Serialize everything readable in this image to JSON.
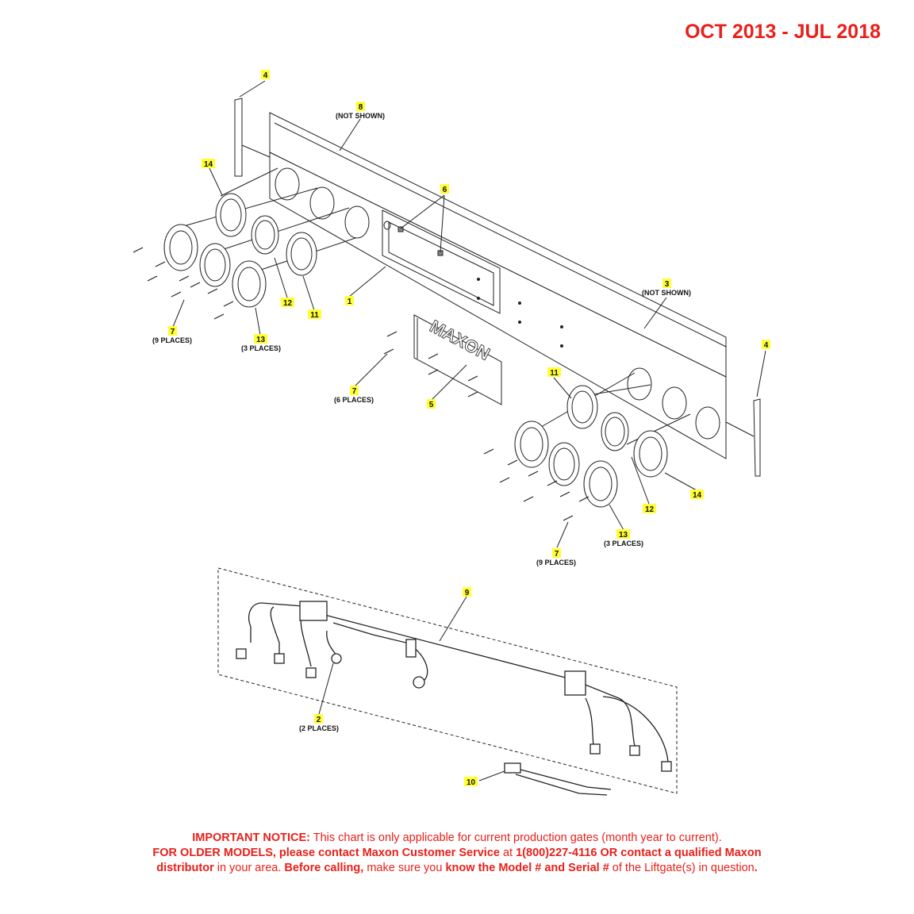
{
  "header": {
    "date_range": "OCT 2013 - JUL 2018"
  },
  "callouts": {
    "c1": "1",
    "c2": "2",
    "c2_note": "(2 PLACES)",
    "c3": "3",
    "c3_note": "(NOT SHOWN)",
    "c4a": "4",
    "c4b": "4",
    "c5": "5",
    "c6": "6",
    "c7a": "7",
    "c7a_note": "(9 PLACES)",
    "c7b": "7",
    "c7b_note": "(6 PLACES)",
    "c7c": "7",
    "c7c_note": "(9 PLACES)",
    "c8": "8",
    "c8_note": "(NOT SHOWN)",
    "c9": "9",
    "c10": "10",
    "c11a": "11",
    "c11b": "11",
    "c12a": "12",
    "c12b": "12",
    "c13a": "13",
    "c13a_note": "(3 PLACES)",
    "c13b": "13",
    "c13b_note": "(3 PLACES)",
    "c14a": "14",
    "c14b": "14"
  },
  "panel_logo": "MAXON",
  "notice": {
    "l1_bold": "IMPORTANT NOTICE:",
    "l1_text": " This chart is only applicable for current production gates (month year to current).",
    "l2_bold1": "FOR OLDER MODELS, please contact Maxon Customer Service",
    "l2_text1": " at ",
    "l2_bold2": "1(800)227-4116 OR contact a qualified Maxon",
    "l3_bold1": "distributor",
    "l3_text1": " in your area. ",
    "l3_bold2": "Before calling,",
    "l3_text2": " make sure you ",
    "l3_bold3": "know the Model # and Serial #",
    "l3_text3": " of the Liftgate(s) in question",
    "l3_bold4": "."
  }
}
